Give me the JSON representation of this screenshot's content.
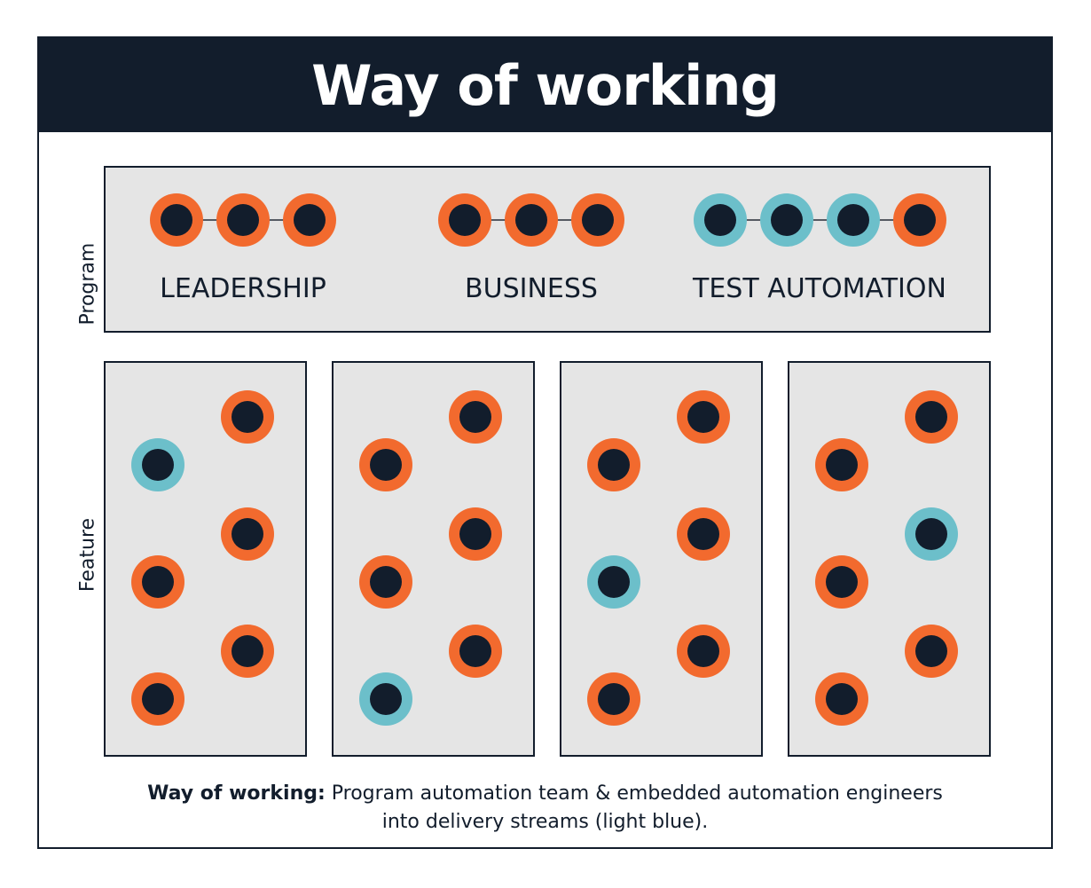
{
  "title": "Way of working",
  "colors": {
    "header": "#121d2c",
    "orange": "#f26a2e",
    "light_blue": "#6cbfca",
    "panel": "#e5e5e5",
    "core": "#121d2c"
  },
  "labels": {
    "program": "Program",
    "feature": "Feature"
  },
  "program_teams": [
    {
      "name": "LEADERSHIP",
      "members": [
        "orange",
        "orange",
        "orange"
      ]
    },
    {
      "name": "BUSINESS",
      "members": [
        "orange",
        "orange",
        "orange"
      ]
    },
    {
      "name": "TEST AUTOMATION",
      "members": [
        "light_blue",
        "light_blue",
        "light_blue",
        "orange"
      ]
    }
  ],
  "feature_teams": [
    {
      "members": [
        "orange",
        "light_blue",
        "orange",
        "orange",
        "orange",
        "orange"
      ]
    },
    {
      "members": [
        "orange",
        "orange",
        "orange",
        "orange",
        "orange",
        "light_blue"
      ]
    },
    {
      "members": [
        "orange",
        "orange",
        "orange",
        "light_blue",
        "orange",
        "orange"
      ]
    },
    {
      "members": [
        "orange",
        "orange",
        "light_blue",
        "orange",
        "orange",
        "orange"
      ]
    }
  ],
  "caption": {
    "bold": "Way of working:",
    "line1": " Program automation team & embedded automation engineers",
    "line2": "into delivery streams (light blue)."
  }
}
